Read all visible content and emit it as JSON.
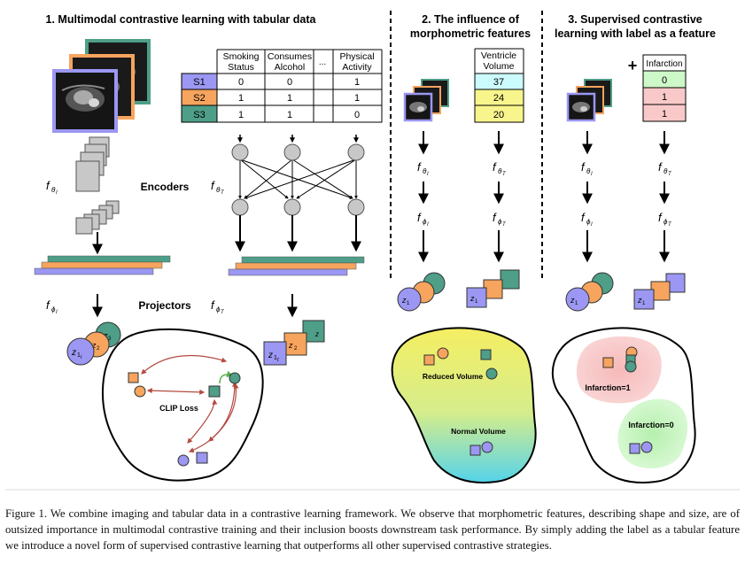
{
  "sections": {
    "s1_title": "1. Multimodal contrastive learning with tabular data",
    "s2_title_l1": "2. The influence of",
    "s2_title_l2": "morphometric features",
    "s3_title_l1": "3. Supervised contrastive",
    "s3_title_l2": "learning with label as a feature"
  },
  "table1": {
    "col1_l1": "Smoking",
    "col1_l2": "Status",
    "col2_l1": "Consumes",
    "col2_l2": "Alcohol",
    "col3": "...",
    "col4_l1": "Physical",
    "col4_l2": "Activity",
    "rows": [
      {
        "label": "S1",
        "v1": "0",
        "v2": "0",
        "v4": "1"
      },
      {
        "label": "S2",
        "v1": "1",
        "v2": "1",
        "v4": "1"
      },
      {
        "label": "S3",
        "v1": "1",
        "v2": "1",
        "v4": "0"
      }
    ]
  },
  "table2": {
    "header_l1": "Ventricle",
    "header_l2": "Volume",
    "values": [
      "37",
      "24",
      "20"
    ]
  },
  "table3": {
    "plus": "+",
    "header": "Infarction",
    "values": [
      "0",
      "1",
      "1"
    ]
  },
  "labels": {
    "encoders": "Encoders",
    "projectors": "Projectors",
    "f": "f",
    "theta": "θ",
    "phi": "ϕ",
    "sub_I": "I",
    "sub_T": "T",
    "z": "z",
    "z1": "1",
    "z2": "2",
    "z3": "3",
    "sub_i": "i",
    "sub_t": "t",
    "clip_loss": "CLIP Loss",
    "reduced_volume": "Reduced Volume",
    "normal_volume": "Normal Volume",
    "infarction1": "Infarction=1",
    "infarction0": "Infarction=0"
  },
  "colors": {
    "purple": "#9b97f2",
    "orange": "#f6a45e",
    "teal": "#4e9e88",
    "red_arrow": "#b44a40",
    "green_arrow": "#5bb04a",
    "row_blue": "#ccfbfd",
    "row_yellow": "#f8f58d",
    "row_green": "#cdf8c8",
    "row_pink": "#f9c9c9"
  },
  "caption": "Figure 1. We combine imaging and tabular data in a contrastive learning framework. We observe that morphometric features, describing shape and size, are of outsized importance in multimodal contrastive training and their inclusion boosts downstream task performance. By simply adding the label as a tabular feature we introduce a novel form of supervised contrastive learning that outperforms all other supervised contrastive strategies."
}
